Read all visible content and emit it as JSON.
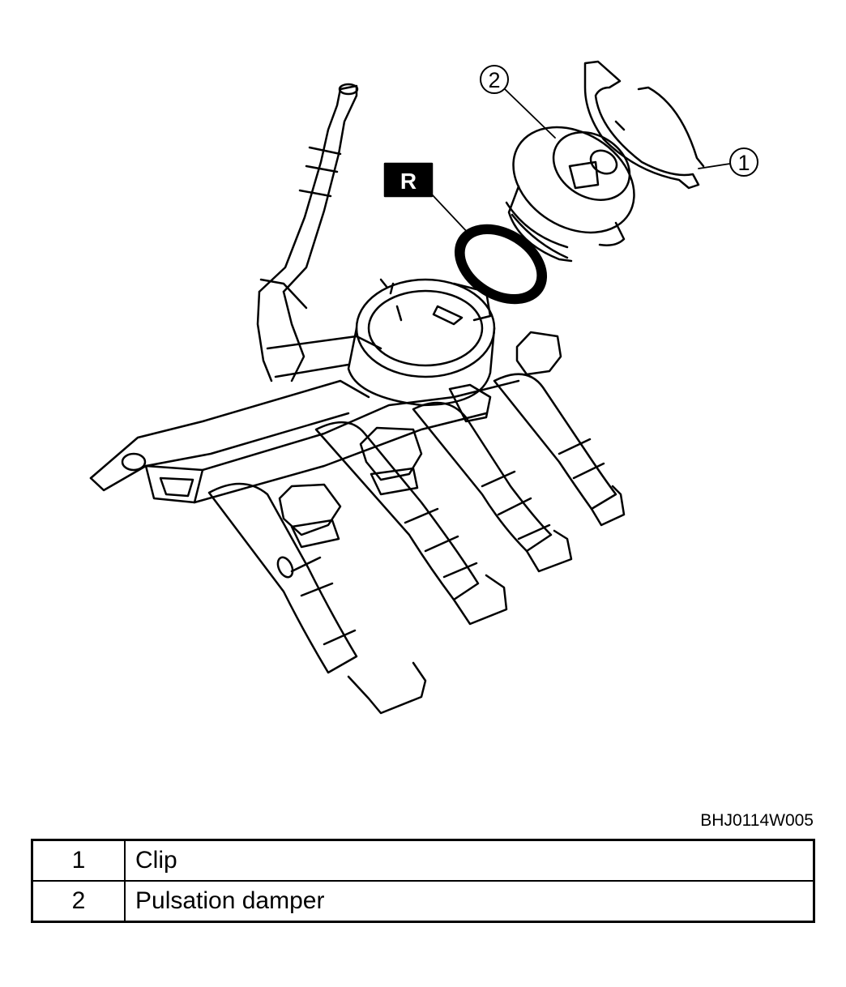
{
  "callouts": {
    "clip": "1",
    "damper": "2",
    "replace": "R"
  },
  "figure_code": "BHJ0114W005",
  "legend": [
    {
      "number": "1",
      "name": "Clip"
    },
    {
      "number": "2",
      "name": "Pulsation damper"
    }
  ]
}
